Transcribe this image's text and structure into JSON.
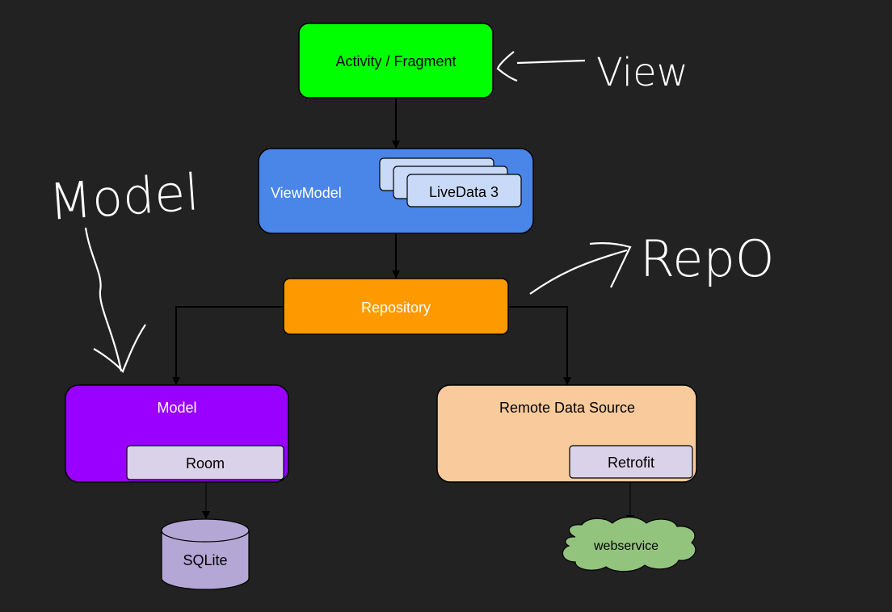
{
  "nodes": {
    "activity": {
      "label": "Activity / Fragment",
      "color": "#00ff00"
    },
    "viewmodel": {
      "label": "ViewModel",
      "color": "#4a86e8",
      "livedata_label": "LiveData 3",
      "livedata_color": "#c9daf8"
    },
    "repository": {
      "label": "Repository",
      "color": "#ff9900"
    },
    "model": {
      "label": "Model",
      "color": "#9900ff",
      "inner_label": "Room",
      "inner_color": "#d9d2e9"
    },
    "remote": {
      "label": "Remote Data Source",
      "color": "#f9cb9c",
      "inner_label": "Retrofit",
      "inner_color": "#d9d2e9"
    },
    "sqlite": {
      "label": "SQLite",
      "color": "#b4a7d6"
    },
    "webservice": {
      "label": "webservice",
      "color": "#93c47d"
    }
  },
  "annotations": {
    "view": "View",
    "model": "Model",
    "repo": "RepO"
  }
}
